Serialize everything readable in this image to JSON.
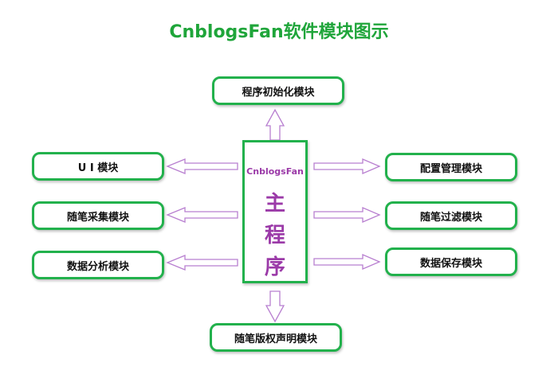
{
  "title": "CnblogsFan软件模块图示",
  "main_program": {
    "name_en": "CnblogsFan",
    "chars": [
      "主",
      "程",
      "序"
    ]
  },
  "modules": {
    "init": "程序初始化模块",
    "ui": "U I 模块",
    "note_collect": "随笔采集模块",
    "data_analysis": "数据分析模块",
    "config": "配置管理模块",
    "note_filter": "随笔过滤模块",
    "data_save": "数据保存模块",
    "copyright": "随笔版权声明模块"
  },
  "colors": {
    "border": "#22b14c",
    "title": "#1fa53a",
    "main_text": "#9b3aa8",
    "arrow_stroke": "#b87fd0"
  }
}
